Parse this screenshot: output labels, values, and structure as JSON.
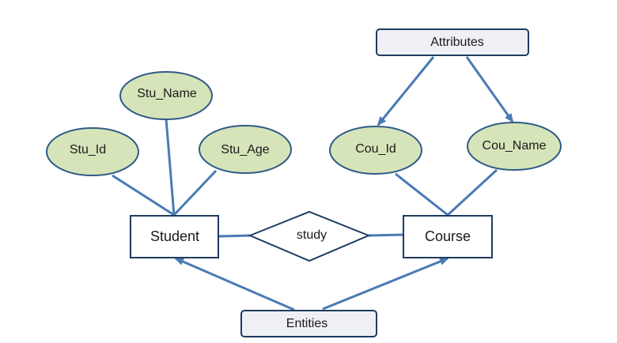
{
  "diagram": {
    "colors": {
      "connector": "#4a7ab5",
      "attribute_fill": "#d6e4b9",
      "attribute_stroke": "#2f5a86",
      "box_stroke": "#1f3b60",
      "callout_fill": "#eef0f4"
    },
    "callouts": {
      "attributes": "Attributes",
      "entities": "Entities"
    },
    "entities": {
      "student": "Student",
      "course": "Course"
    },
    "relationship": {
      "study": "study"
    },
    "attributes": {
      "stu_id": "Stu_Id",
      "stu_name": "Stu_Name",
      "stu_age": "Stu_Age",
      "cou_id": "Cou_Id",
      "cou_name": "Cou_Name"
    }
  }
}
